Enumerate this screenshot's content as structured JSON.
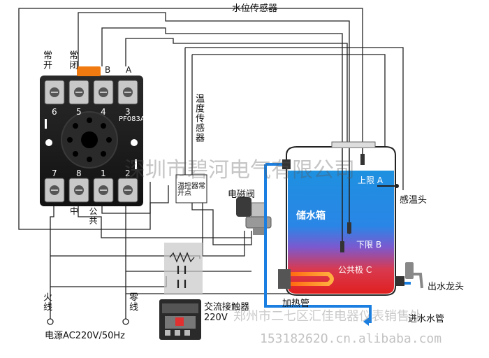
{
  "labels": {
    "water_level_sensor": "水位传感器",
    "temperature_sensor": "温度传感器",
    "thermostat_contact": "温控器常开点",
    "solenoid_valve": "电磁阀",
    "storage_tank": "储水箱",
    "upper_limit": "上限 A",
    "lower_limit": "下限 B",
    "common_electrode": "公共极 C",
    "temp_probe": "感温头",
    "outlet_faucet": "出水龙头",
    "inlet_pipe": "进水水管",
    "heater_tube": "加热管",
    "contactor": "交流接触器",
    "contactor_voltage": "220V",
    "live_wire": "火线",
    "neutral_wire": "零线",
    "power_supply": "电源AC220V/50Hz",
    "relay_model": "PF083A",
    "relay_top_labels": {
      "normally_open": "常开",
      "normally_closed": "常闭",
      "b": "B",
      "a": "A"
    },
    "relay_bottom_labels": {
      "middle": "中",
      "common": "公共"
    },
    "relay_pins_top": [
      "6",
      "5",
      "4",
      "3"
    ],
    "relay_pins_bottom": [
      "7",
      "8",
      "1",
      "2"
    ]
  },
  "watermarks": {
    "company_1": "深圳市碧河电气有限公司",
    "company_2": "郑州市二七区汇佳电器仪表销售处",
    "phone": "15318262O.cn.alibaba.com"
  },
  "colors": {
    "water_top": "#1e90e0",
    "water_bottom": "#e02020",
    "pipe": "#1a7fe0",
    "heater": "#ff8a1f",
    "relay_body": "#1a1a1a",
    "socket_tab": "#f07a10"
  }
}
